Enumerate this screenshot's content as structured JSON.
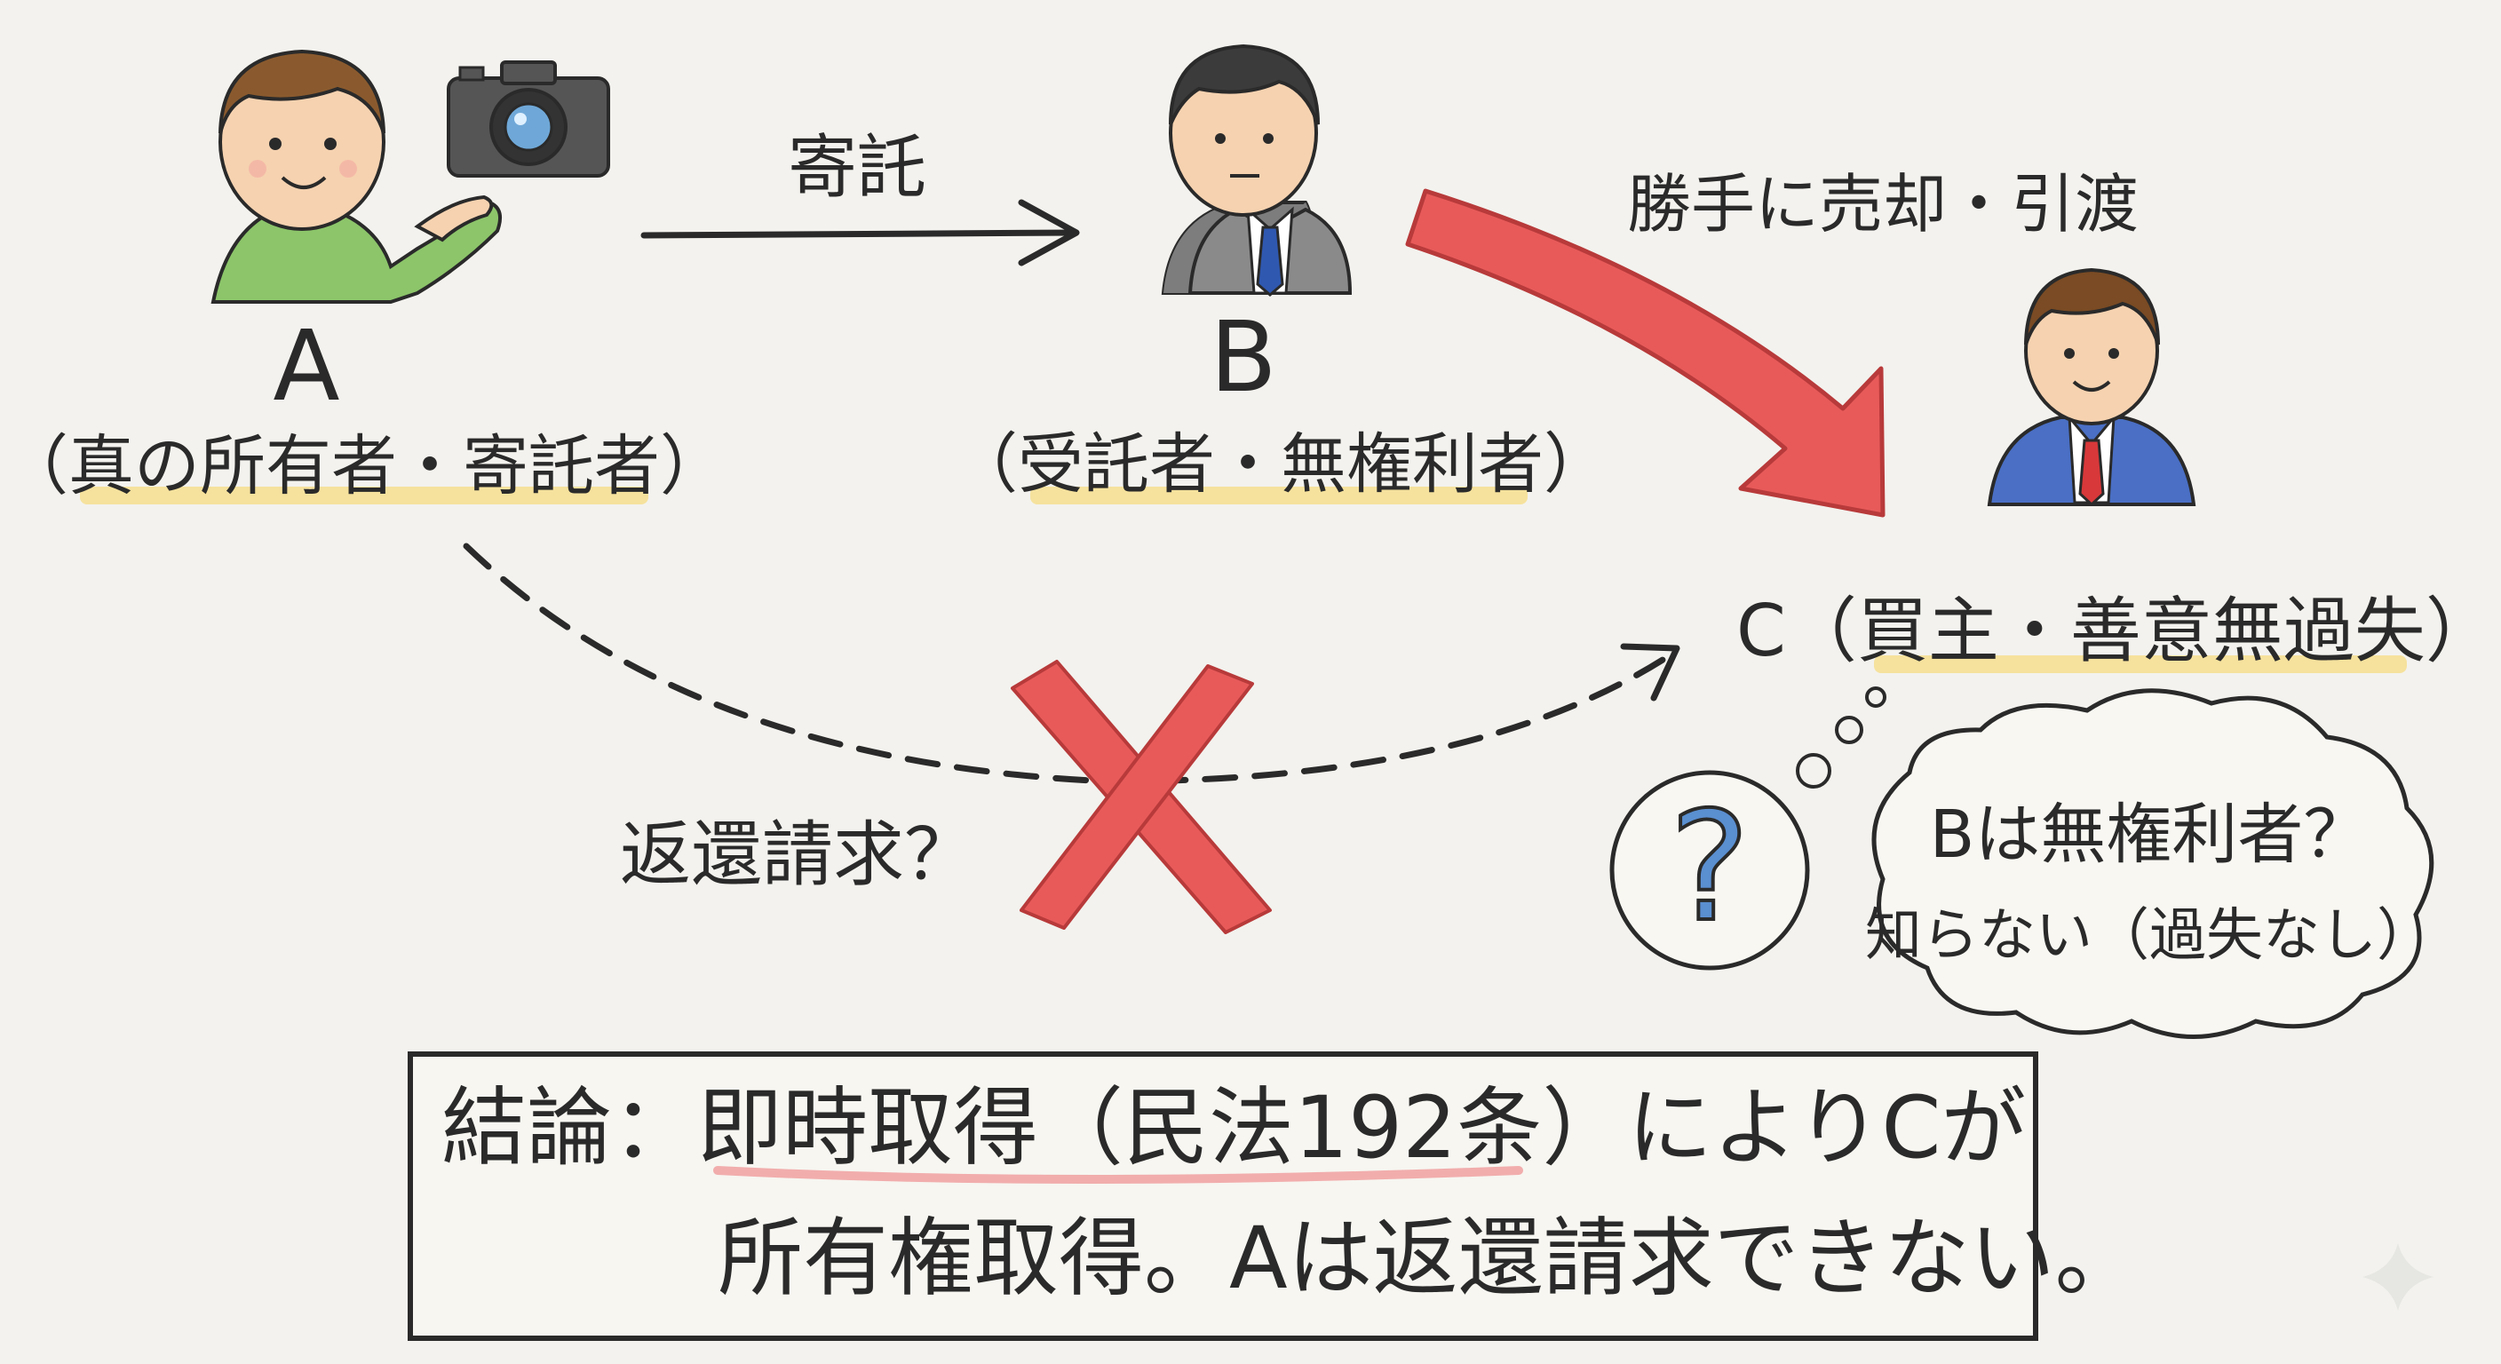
{
  "parties": {
    "a": {
      "letter": "A",
      "role": "（真の所有者・寄託者）"
    },
    "b": {
      "letter": "B",
      "role": "（受託者・無権利者）"
    },
    "c": {
      "label": "C（買主・善意無過失）"
    }
  },
  "arrows": {
    "deposit_label": "寄託",
    "sale_label": "勝手に売却・引渡",
    "return_claim_label": "返還請求？"
  },
  "thought": {
    "question_mark": "?",
    "line1": "Bは無権利者？",
    "line2": "知らない（過失なし）"
  },
  "conclusion": {
    "line1_prefix": "結論：",
    "line1_highlight": "即時取得（民法192条）",
    "line1_suffix": "によりCが",
    "line2": "所有権取得。Aは返還請求できない。"
  },
  "colors": {
    "background": "#f3f2ee",
    "ink": "#2a2a2a",
    "red_arrow": "#e85a5a",
    "yellow_highlight": "#f6dc7a",
    "red_underline": "#f0a0a0",
    "a_shirt": "#8cc56a",
    "b_suit": "#7d7d7d",
    "c_suit": "#4a6fc4"
  },
  "icons": [
    "camera-icon",
    "person-a-icon",
    "person-b-icon",
    "person-c-icon",
    "red-cross-icon",
    "question-bubble-icon",
    "sparkle-icon"
  ]
}
